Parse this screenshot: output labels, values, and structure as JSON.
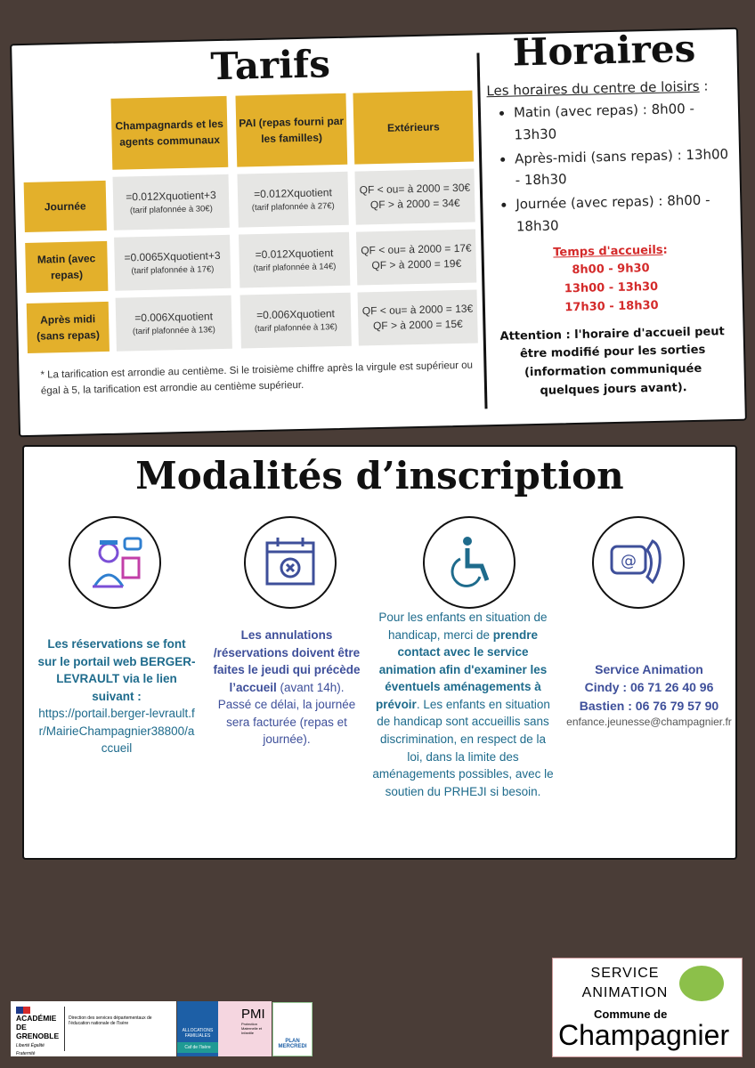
{
  "tarifs": {
    "title": "Tarifs",
    "columns": [
      "Champagnards et les agents communaux",
      "PAI (repas fourni par les familles)",
      "Extérieurs"
    ],
    "rows": [
      {
        "label": "Journée",
        "cells": [
          [
            "=0.012Xquotient+3",
            "(tarif plafonnée à 30€)"
          ],
          [
            "=0.012Xquotient",
            "(tarif plafonnée à 27€)"
          ],
          [
            "QF < ou= à 2000 = 30€",
            "QF > à 2000 = 34€"
          ]
        ]
      },
      {
        "label": "Matin (avec repas)",
        "cells": [
          [
            "=0.0065Xquotient+3",
            "(tarif plafonnée à 17€)"
          ],
          [
            "=0.012Xquotient",
            "(tarif plafonnée à 14€)"
          ],
          [
            "QF < ou= à 2000 = 17€",
            "QF > à 2000 = 19€"
          ]
        ]
      },
      {
        "label": "Après midi (sans repas)",
        "cells": [
          [
            "=0.006Xquotient",
            "(tarif plafonnée à 13€)"
          ],
          [
            "=0.006Xquotient",
            "(tarif plafonnée à 13€)"
          ],
          [
            "QF < ou= à 2000 = 13€",
            "QF > à 2000 = 15€"
          ]
        ]
      }
    ],
    "note": "* La tarification est arrondie au centième. Si le troisième chiffre après la virgule est supérieur ou égal à 5, la tarification est arrondie au centième supérieur."
  },
  "horaires": {
    "title": "Horaires",
    "lead": "Les horaires du centre de loisirs",
    "lead_suffix": " :",
    "items": [
      "Matin (avec repas) : 8h00 - 13h30",
      "Après-midi (sans repas) : 13h00 - 18h30",
      "Journée (avec repas) : 8h00 - 18h30"
    ],
    "accueil_title": "Temps d'accueils",
    "accueil_suffix": ":",
    "accueil": [
      "8h00 - 9h30",
      "13h00 - 13h30",
      "17h30 - 18h30"
    ],
    "attention": "Attention : l'horaire d'accueil peut être modifié pour les sorties (information communiquée quelques jours avant)."
  },
  "modalites": {
    "title": "Modalités d’inscription",
    "col1": {
      "bold": "Les réservations se font sur le portail web BERGER-LEVRAULT via le lien suivant :",
      "link": "https://portail.berger-levrault.fr/MairieChampagnier38800/accueil"
    },
    "col2": {
      "bold": "Les annulations /réservations doivent être faites le jeudi qui précède l’accueil",
      "normal": " (avant 14h).",
      "rest": "Passé ce délai, la journée sera facturée (repas et journée)."
    },
    "col3": {
      "a": "Pour les enfants en situation de handicap, merci de ",
      "bold": "prendre contact avec le service animation afin d'examiner les éventuels aménagements à prévoir",
      "b": ". Les enfants en situation de handicap sont accueillis sans discrimination, en respect de la loi, dans la limite des aménagements possibles, avec le soutien du PRHEJI si besoin."
    },
    "col4": {
      "service": "Service Animation",
      "cindy": "Cindy : 06 71 26 40 96",
      "bastien": "Bastien : 06 76 79 57 90",
      "email": "enfance.jeunesse@champagnier.fr"
    }
  },
  "footer": {
    "academie": "ACADÉMIE DE GRENOBLE",
    "devise": "Liberté Égalité Fraternité",
    "direction": "Direction des services départementaux de l'éducation nationale de l'Isère",
    "caf": "ALLOCATIONS FAMILIALES",
    "caf2": "Caf de l'Isère",
    "pmi": "PMI",
    "pmi_sub": "Protection Maternelle et Infantile",
    "plan": "PLAN MERCREDI",
    "service": "SERVICE ANIMATION",
    "commune": "Commune de",
    "champagnier": "Champagnier"
  }
}
